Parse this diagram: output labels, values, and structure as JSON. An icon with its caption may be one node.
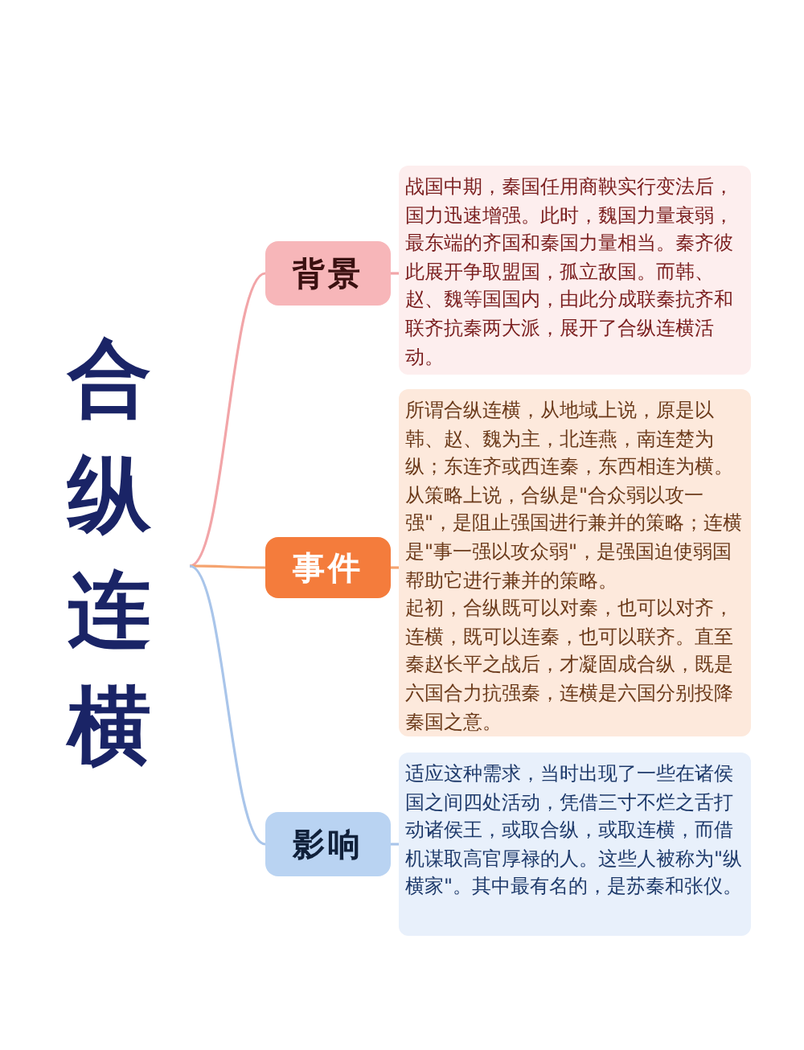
{
  "diagram": {
    "nodes": [
      {
        "text": [
          "合纵连横"
        ]
      },
      {
        "text": [
          "背景"
        ]
      },
      {
        "text": [
          "战国中期，秦国任用商鞅实行变法后，国力迅速增强。此时，魏国力量衰弱，最东端的齐国和秦国力量相当。秦齐彼此展开争取盟国，孤立敌国。而韩、赵、魏等国国内，由此分成联秦抗齐和联齐抗秦两大派，展开了合纵连横活动。"
        ]
      },
      {
        "text": [
          "事件"
        ]
      },
      {
        "text": [
          "所谓合纵连横，从地域上说，原是以韩、赵、魏为主，北连燕，南连楚为纵；东连齐或西连秦，东西相连为横。从策略上说，合纵是\"合众弱以攻一强\"，是阻止强国进行兼并的策略；连横是\"事一强以攻众弱\"，是强国迫使弱国帮助它进行兼并的策略。",
          "起初，合纵既可以对秦，也可以对齐，连横，既可以连秦，也可以联齐。直至秦赵长平之战后，才凝固成合纵，既是六国合力抗强秦，连横是六国分别投降秦国之意。"
        ]
      },
      {
        "text": [
          "影响"
        ]
      },
      {
        "text": [
          "适应这种需求，当时出现了一些在诸侯国之间四处活动，凭借三寸不烂之舌打动诸侯王，或取合纵，或取连横，而借机谋取高官厚禄的人。这些人被称为\"纵横家\"。其中最有名的，是苏秦和张仪。"
        ]
      }
    ],
    "edges": [
      {
        "from": 0,
        "to": 1,
        "arrow": "none",
        "color": "#f2a5a8"
      },
      {
        "from": 0,
        "to": 3,
        "arrow": "none",
        "color": "#f5a36f"
      },
      {
        "from": 0,
        "to": 5,
        "arrow": "none",
        "color": "#a9c5ea"
      },
      {
        "from": 1,
        "to": 2,
        "arrow": "none",
        "color": "#f2a5a8"
      },
      {
        "from": 3,
        "to": 4,
        "arrow": "none",
        "color": "#f5a36f"
      },
      {
        "from": 5,
        "to": 6,
        "arrow": "none",
        "color": "#a9c5ea"
      }
    ]
  }
}
